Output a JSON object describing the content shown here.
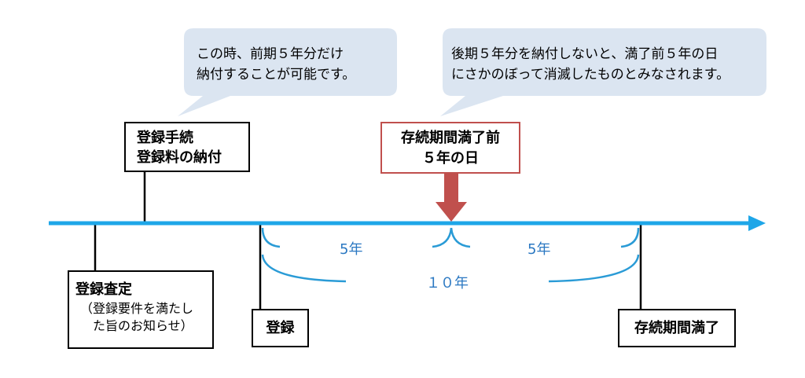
{
  "bubble_left": {
    "line1": "この時、前期５年分だけ",
    "line2": "納付することが可能です。"
  },
  "bubble_right": {
    "line1": "後期５年分を納付しないと、満了前５年の日",
    "line2": "にさかのぼって消滅したものとみなされます。"
  },
  "registration_procedure": {
    "line1": "登録手続",
    "line2": "登録料の納付"
  },
  "before_expiry": {
    "line1": "存続期間満了前",
    "line2": "５年の日"
  },
  "assessment": {
    "title": "登録査定",
    "line1": "（登録要件を満たし",
    "line2": "た旨のお知らせ）"
  },
  "registration": {
    "label": "登録"
  },
  "expiry": {
    "label": "存続期間満了"
  },
  "spans": {
    "first_half": "5年",
    "second_half": "5年",
    "total": "１０年"
  },
  "colors": {
    "timeline": "#1ea6e8",
    "bubble": "#dbe5f1",
    "brace": "#2a9bd6",
    "arrow": "#c0504d",
    "label_text": "#2b78c2"
  }
}
